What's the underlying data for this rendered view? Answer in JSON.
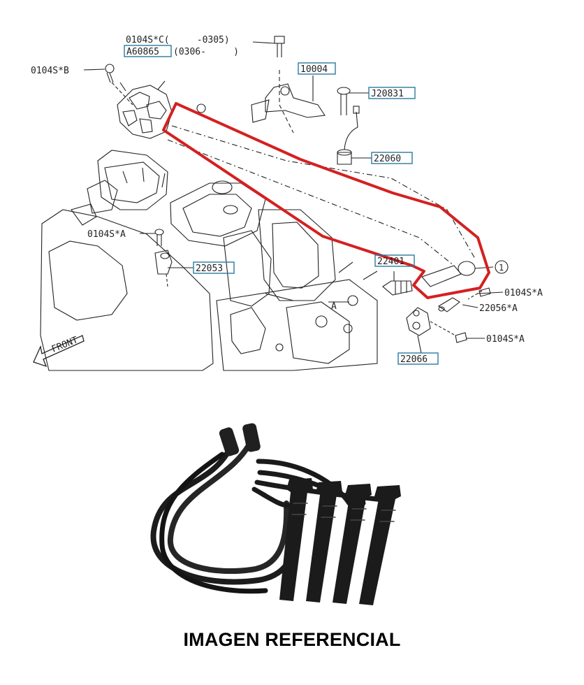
{
  "diagram": {
    "labels": {
      "bolt_c_top": "0104S*C(     -0305)",
      "a60865": "A60865",
      "a60865_range": "(0306-     )",
      "bolt_b": "0104S*B",
      "p10004": "10004",
      "j20831": "J20831",
      "p22060": "22060",
      "bolt_a_left": "0104S*A",
      "p22053": "22053",
      "p22401": "22401",
      "circle_one": "1",
      "bolt_a_right": "0104S*A",
      "p22056": "22056*A",
      "bolt_a_lower": "0104S*A",
      "p22066": "22066",
      "front": "FRONT",
      "marker_a": "A"
    },
    "colors": {
      "highlight": "#d42020",
      "box": "#2a7aa0",
      "line": "#222222"
    }
  },
  "caption": "IMAGEN REFERENCIAL"
}
